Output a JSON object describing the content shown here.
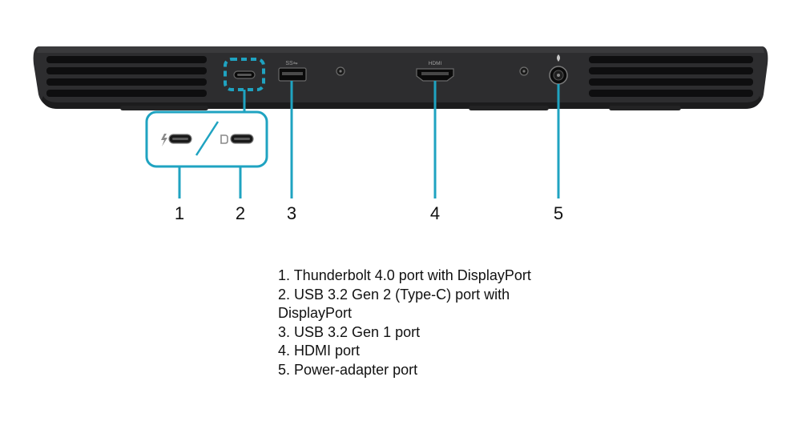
{
  "callouts": [
    {
      "number": "1",
      "label": "Thunderbolt 4.0 port with DisplayPort",
      "icon": "thunderbolt-icon"
    },
    {
      "number": "2",
      "label": "USB 3.2 Gen 2 (Type-C) port with DisplayPort",
      "icon": "displayport-icon"
    },
    {
      "number": "3",
      "label": "USB 3.2 Gen 1 port",
      "icon": "usb-ss-icon"
    },
    {
      "number": "4",
      "label": "HDMI port",
      "icon": "hdmi-icon"
    },
    {
      "number": "5",
      "label": "Power-adapter port",
      "icon": "power-icon"
    }
  ],
  "legend": [
    "1. Thunderbolt 4.0 port with DisplayPort",
    "2. USB 3.2 Gen 2 (Type-C) port with",
    "DisplayPort",
    "3. USB 3.2 Gen 1 port",
    "4. HDMI port",
    "5. Power-adapter port"
  ],
  "port_markings": {
    "hdmi": "HDMI",
    "usb": "SS"
  },
  "colors": {
    "callout": "#1fa3c1",
    "chassis": "#2b2b2d",
    "chassis_dark": "#161617",
    "vent": "#0c0c0d"
  }
}
